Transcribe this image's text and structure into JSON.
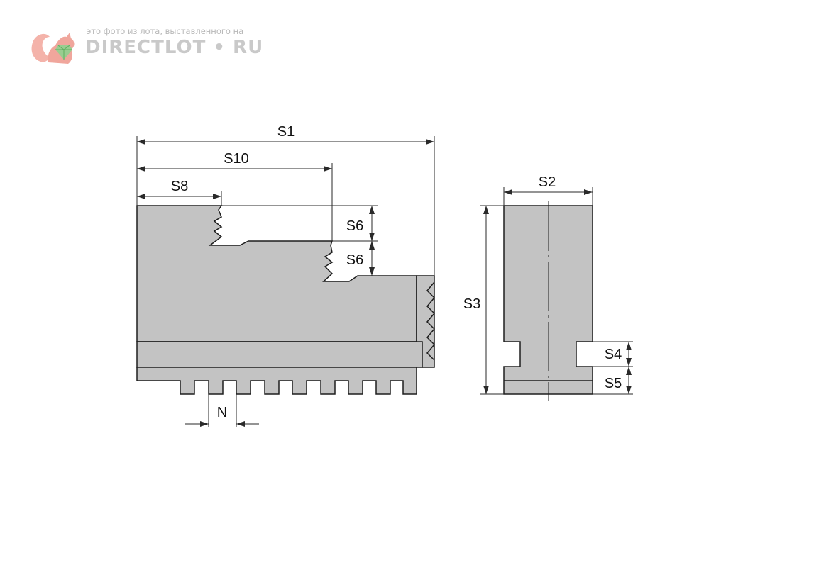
{
  "watermark": {
    "caption": "это фото из лота, выставленного на",
    "brand": "DIRECTLOT • RU"
  },
  "labels": {
    "s1": "S1",
    "s10": "S10",
    "s8": "S8",
    "s6_upper": "S6",
    "s6_lower": "S6",
    "s2": "S2",
    "s3": "S3",
    "s4": "S4",
    "s5": "S5",
    "n": "N"
  },
  "colors": {
    "fill": "#c3c3c3",
    "stroke": "#1e1e1e",
    "dimension": "#2a2a2a",
    "watermark_logo": "#f2a9a0"
  }
}
